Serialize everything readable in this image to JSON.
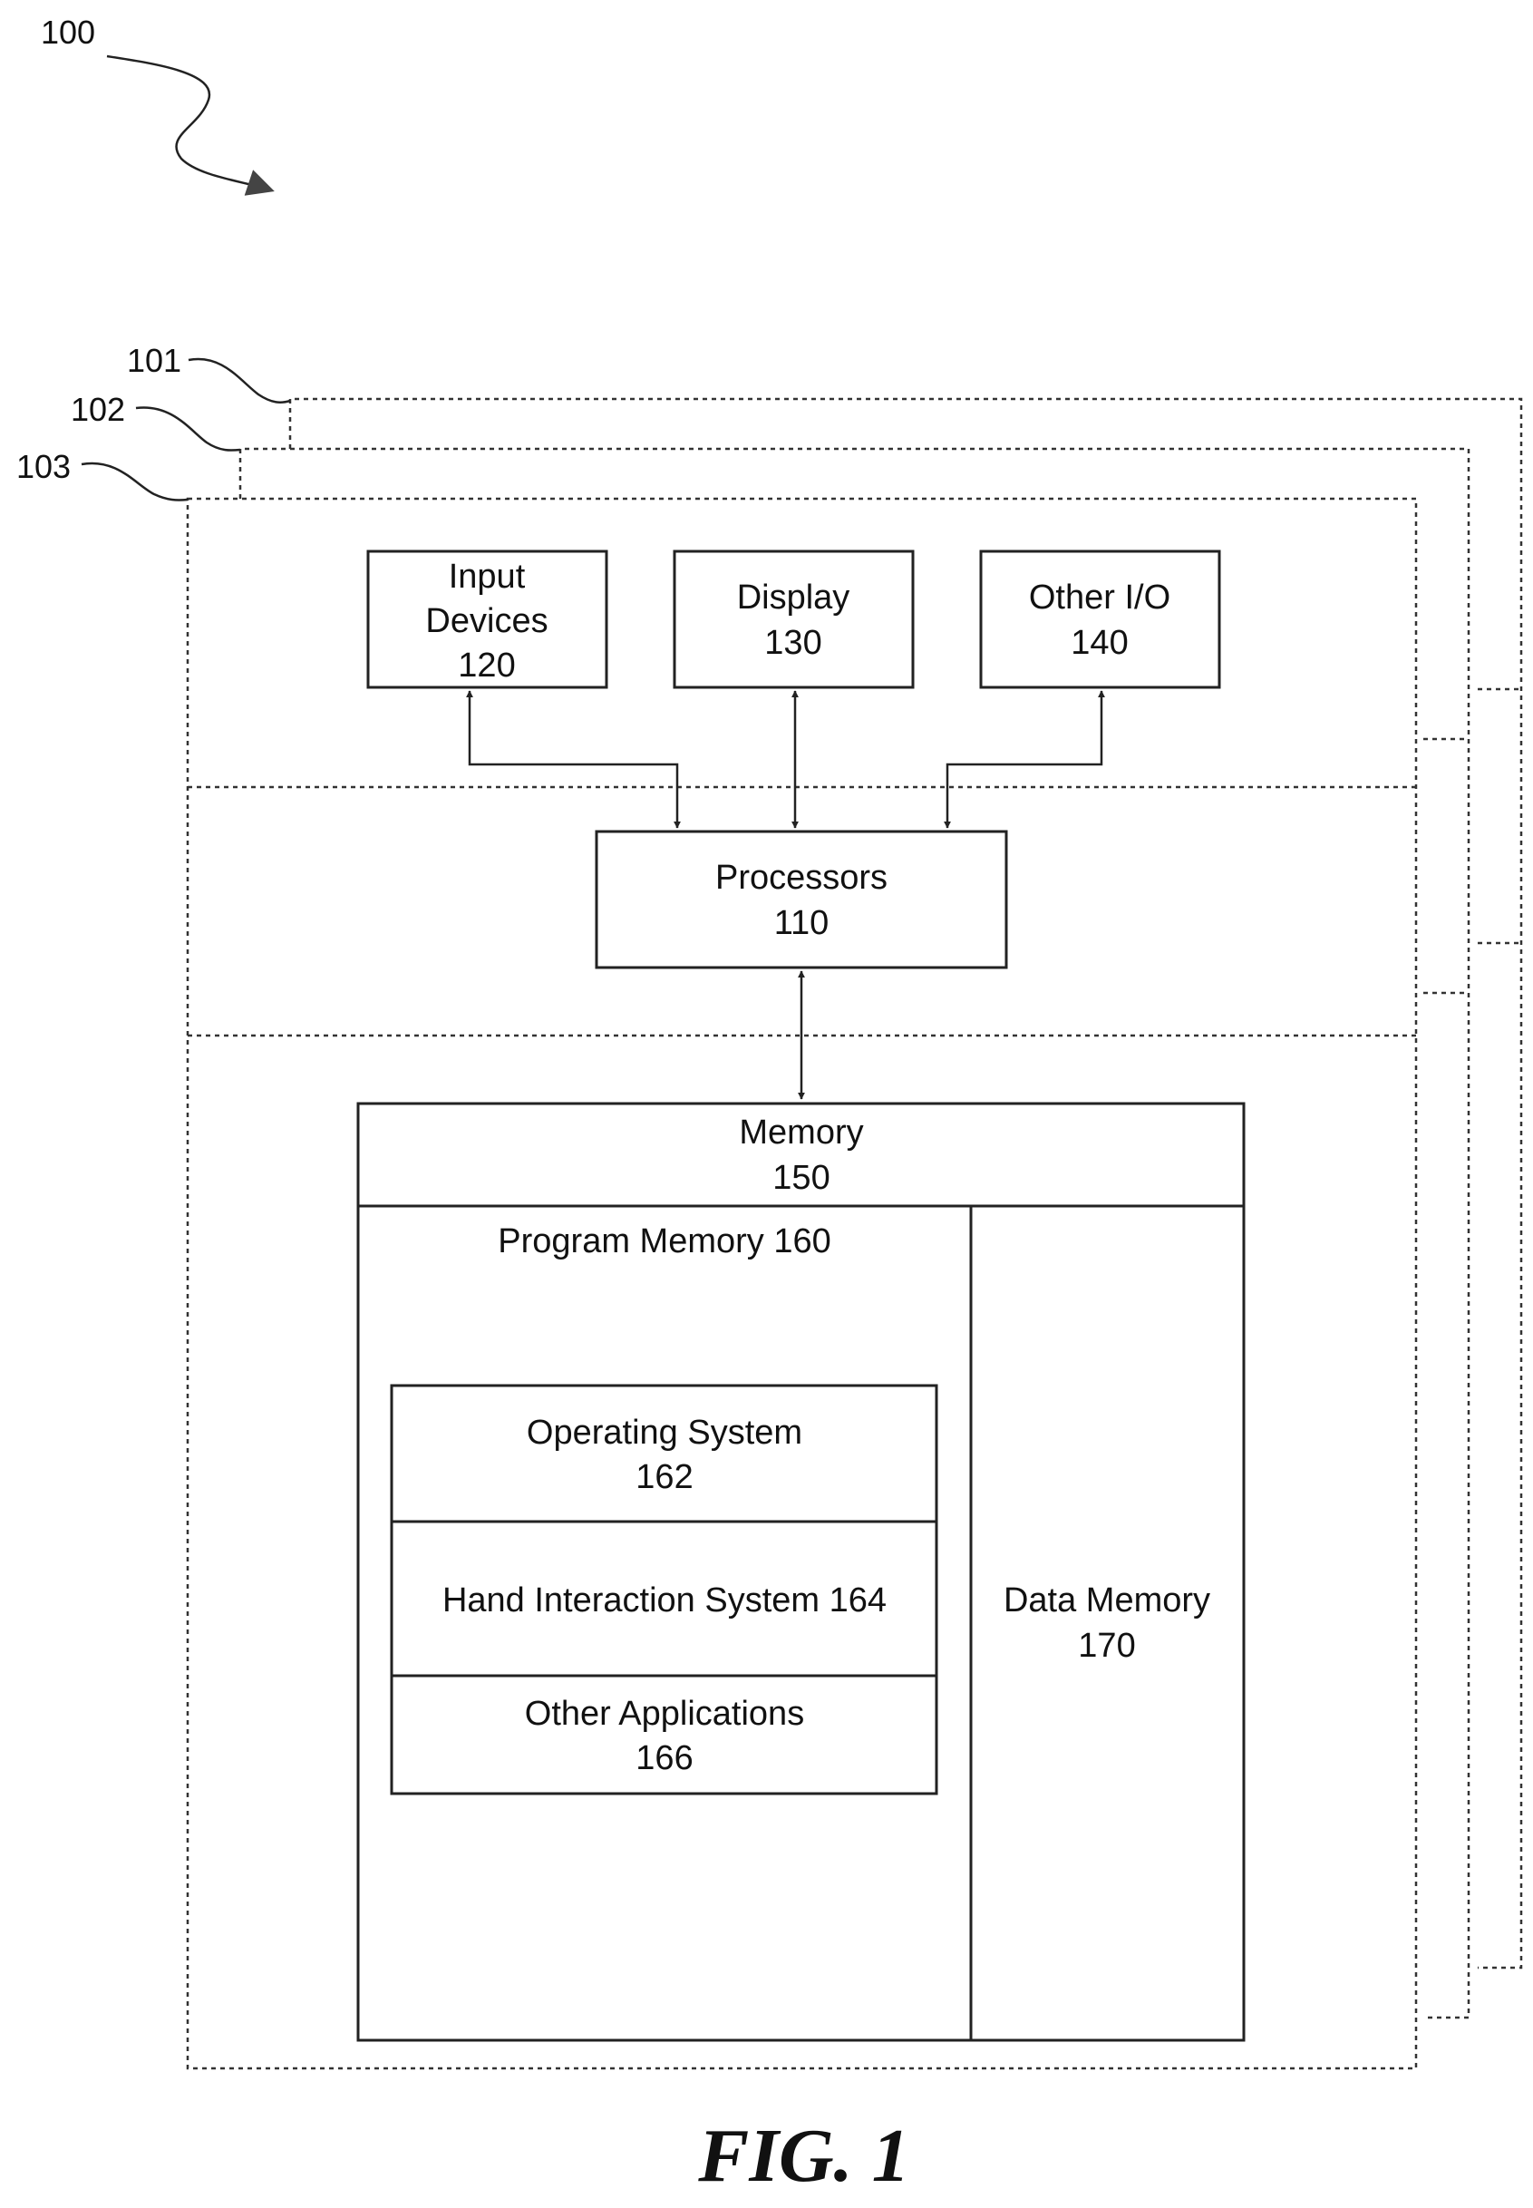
{
  "refs": {
    "system": "100",
    "layer1": "101",
    "layer2": "102",
    "layer3": "103"
  },
  "boxes": {
    "input_devices": {
      "line1": "Input",
      "line2": "Devices",
      "line3": "120"
    },
    "display": {
      "line1": "Display",
      "line2": "130"
    },
    "other_io": {
      "line1": "Other I/O",
      "line2": "140"
    },
    "processors": {
      "line1": "Processors",
      "line2": "110"
    },
    "memory": {
      "line1": "Memory",
      "line2": "150"
    },
    "program_memory": {
      "line1": "Program Memory 160"
    },
    "operating_system": {
      "line1": "Operating System",
      "line2": "162"
    },
    "hand_interaction": {
      "line1": "Hand Interaction System 164"
    },
    "other_applications": {
      "line1": "Other Applications",
      "line2": "166"
    },
    "data_memory": {
      "line1": "Data Memory",
      "line2": "170"
    }
  },
  "caption": "FIG. 1"
}
